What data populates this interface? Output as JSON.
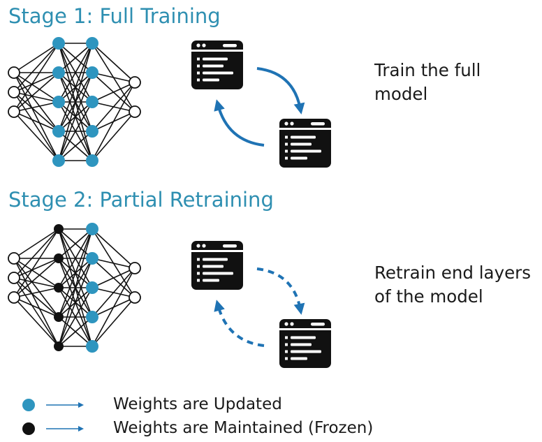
{
  "colors": {
    "updated": "#2e95bf",
    "frozen": "#111111",
    "output_node_fill": "#ffffff",
    "edge": "#111111",
    "arrow": "#1f73b4",
    "title": "#2e8fb1"
  },
  "stages": [
    {
      "title": "Stage 1: Full Training",
      "description_lines": [
        "Train the full",
        "model"
      ],
      "hidden_layer_1": "updated",
      "hidden_layer_2": "updated",
      "cycle_arrow_style": "solid"
    },
    {
      "title": "Stage 2: Partial Retraining",
      "description_lines": [
        "Retrain end layers",
        "of the model"
      ],
      "hidden_layer_1": "frozen",
      "hidden_layer_2": "updated",
      "cycle_arrow_style": "dashed"
    }
  ],
  "legend": [
    {
      "node": "updated",
      "label": "Weights are Updated"
    },
    {
      "node": "frozen",
      "label": "Weights are Maintained (Frozen)"
    }
  ],
  "icons": [
    "neural-network-icon",
    "browser-window-icon",
    "cycle-arrow-icon",
    "right-arrow-icon"
  ]
}
